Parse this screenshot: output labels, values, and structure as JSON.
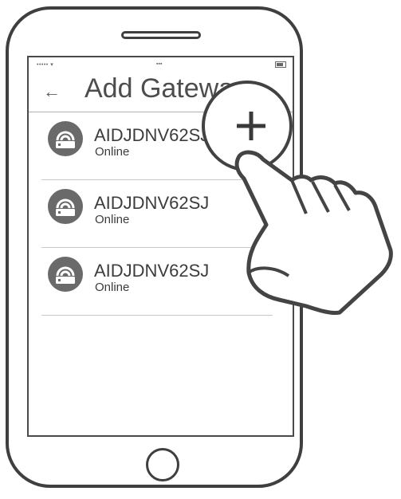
{
  "header": {
    "back_icon": "arrow-left-icon",
    "title": "Add Gateway",
    "add_icon": "plus-icon"
  },
  "gateways": [
    {
      "name": "AIDJDNV62SJ",
      "status": "Online",
      "icon": "gateway-router-icon"
    },
    {
      "name": "AIDJDNV62SJ",
      "status": "Online",
      "icon": "gateway-router-icon"
    },
    {
      "name": "AIDJDNV62SJ",
      "status": "Online",
      "icon": "gateway-router-icon"
    }
  ],
  "colors": {
    "line": "#3f3f3f",
    "icon_bg": "#6a6a6a",
    "text": "#3c3c3c"
  }
}
